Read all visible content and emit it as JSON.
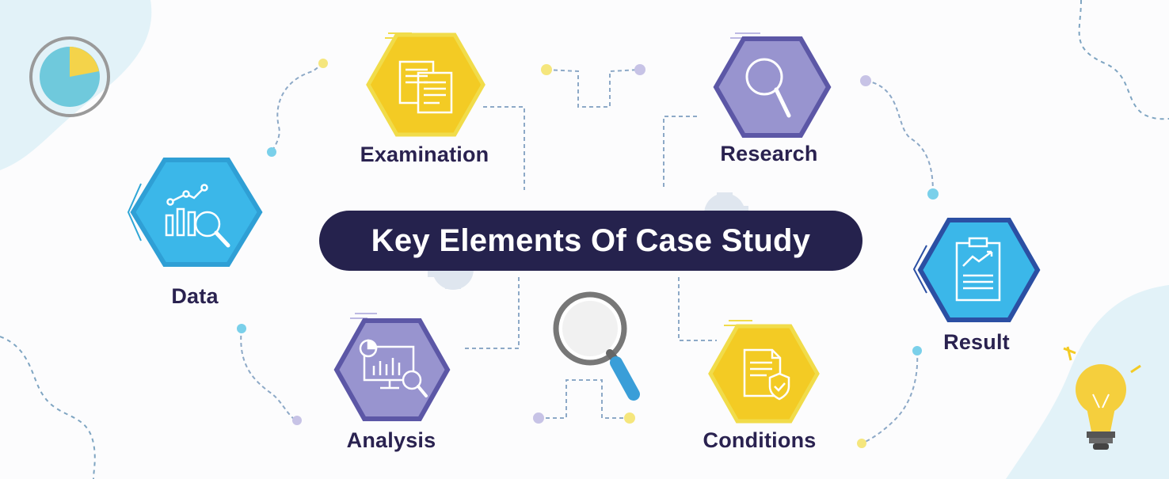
{
  "title": "Key Elements Of Case Study",
  "elements": [
    {
      "label": "Examination",
      "icon": "documents-icon",
      "color": "yellow"
    },
    {
      "label": "Research",
      "icon": "magnifier-icon",
      "color": "purple"
    },
    {
      "label": "Data",
      "icon": "bar-chart-search-icon",
      "color": "blue"
    },
    {
      "label": "Result",
      "icon": "clipboard-chart-icon",
      "color": "blue"
    },
    {
      "label": "Analysis",
      "icon": "monitor-chart-search-icon",
      "color": "purple"
    },
    {
      "label": "Conditions",
      "icon": "document-shield-icon",
      "color": "yellow"
    }
  ],
  "colors": {
    "yellow_fill": "#f3cb24",
    "yellow_edge": "#f1dc4a",
    "purple_fill": "#9894cf",
    "purple_edge": "#5c57a6",
    "blue_fill": "#3bb7e9",
    "blue_edge": "#2b4fa3",
    "navy": "#25224d",
    "dot_teal": "#7ad0ea",
    "dot_purple": "#c7c3e6",
    "dot_yellow": "#f5e67d",
    "line": "#8da9c7"
  }
}
